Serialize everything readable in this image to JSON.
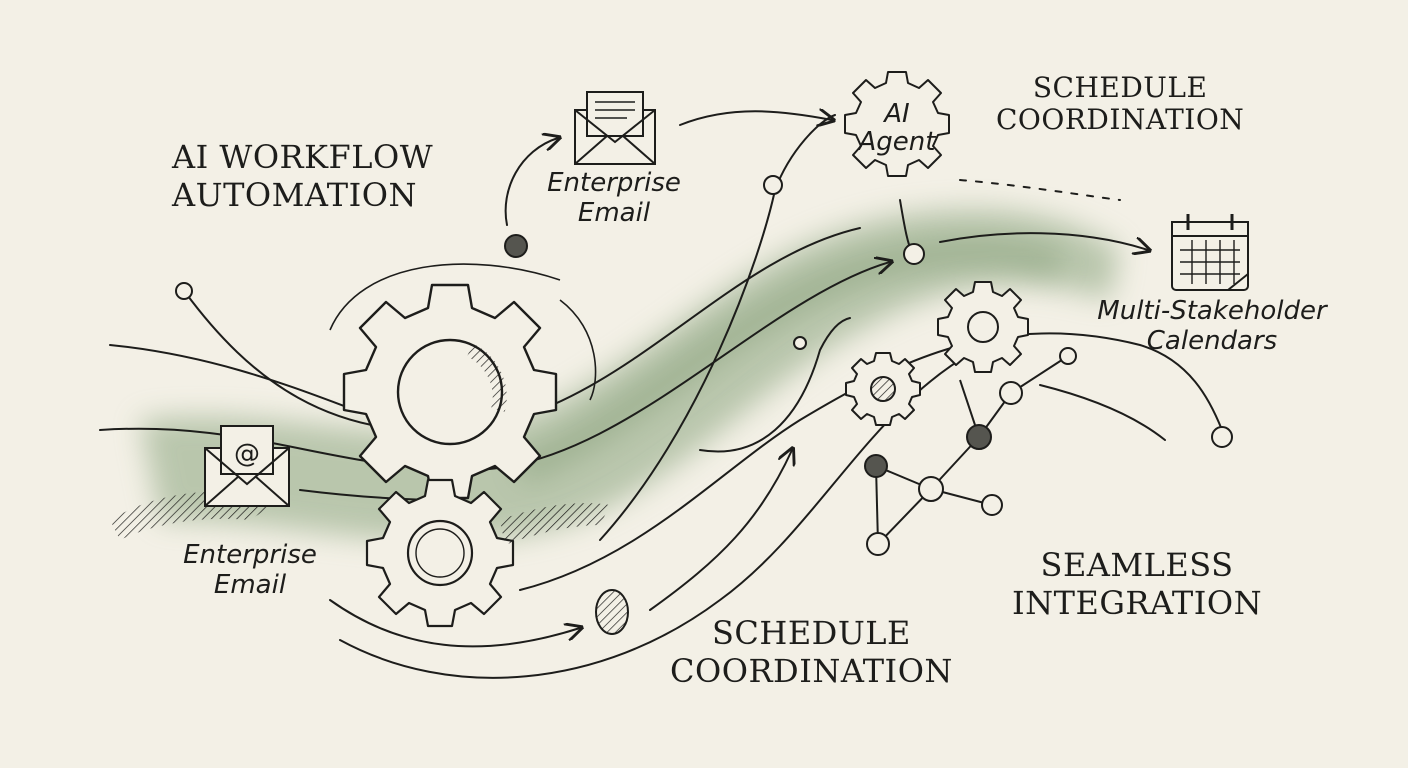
{
  "title": {
    "line1": "AI WORKFLOW",
    "line2": "AUTOMATION"
  },
  "nodes": {
    "email_top": {
      "line1": "Enterprise",
      "line2": "Email"
    },
    "email_left": {
      "line1": "Enterprise",
      "line2": "Email"
    },
    "ai_agent": {
      "line1": "AI",
      "line2": "Agent"
    },
    "calendar": {
      "line1": "Multi-Stakeholder",
      "line2": "Calendars"
    }
  },
  "headings": {
    "schedule_top": {
      "line1": "SCHEDULE",
      "line2": "COORDINATION"
    },
    "schedule_bottom": {
      "line1": "SCHEDULE",
      "line2": "COORDINATION"
    },
    "integration": {
      "line1": "SEAMLESS",
      "line2": "INTEGRATION"
    }
  },
  "icons": [
    "envelope-icon",
    "email-at-icon",
    "ai-gear-icon",
    "calendar-icon",
    "gear-icon",
    "network-icon"
  ],
  "colors": {
    "background": "#f3f0e6",
    "ink": "#1d1d1b",
    "wash": "#8aa47e"
  }
}
